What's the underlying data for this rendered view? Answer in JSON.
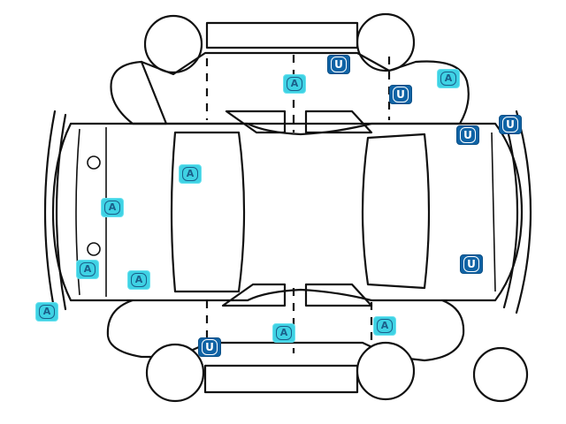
{
  "colors": {
    "outline": "#111111",
    "badge_a_bg": "#3fd2e4",
    "badge_a_fg": "#1a5f8a",
    "badge_u_bg": "#0f63a5",
    "badge_u_fg": "#ffffff"
  },
  "markers": [
    {
      "code": "A",
      "area": "roof-left"
    },
    {
      "code": "U",
      "area": "roof-right"
    },
    {
      "code": "U",
      "area": "right-rear-door"
    },
    {
      "code": "A",
      "area": "right-rear-fender"
    },
    {
      "code": "U",
      "area": "rear-bumper-upper"
    },
    {
      "code": "U",
      "area": "rear-bumper-corner"
    },
    {
      "code": "A",
      "area": "windshield"
    },
    {
      "code": "A",
      "area": "hood"
    },
    {
      "code": "A",
      "area": "front-left-corner"
    },
    {
      "code": "A",
      "area": "left-front-fender"
    },
    {
      "code": "A",
      "area": "front-bumper"
    },
    {
      "code": "U",
      "area": "rear-bumper-lower"
    },
    {
      "code": "U",
      "area": "left-front-wheel"
    },
    {
      "code": "A",
      "area": "left-side-door"
    },
    {
      "code": "A",
      "area": "left-rear-door"
    }
  ]
}
